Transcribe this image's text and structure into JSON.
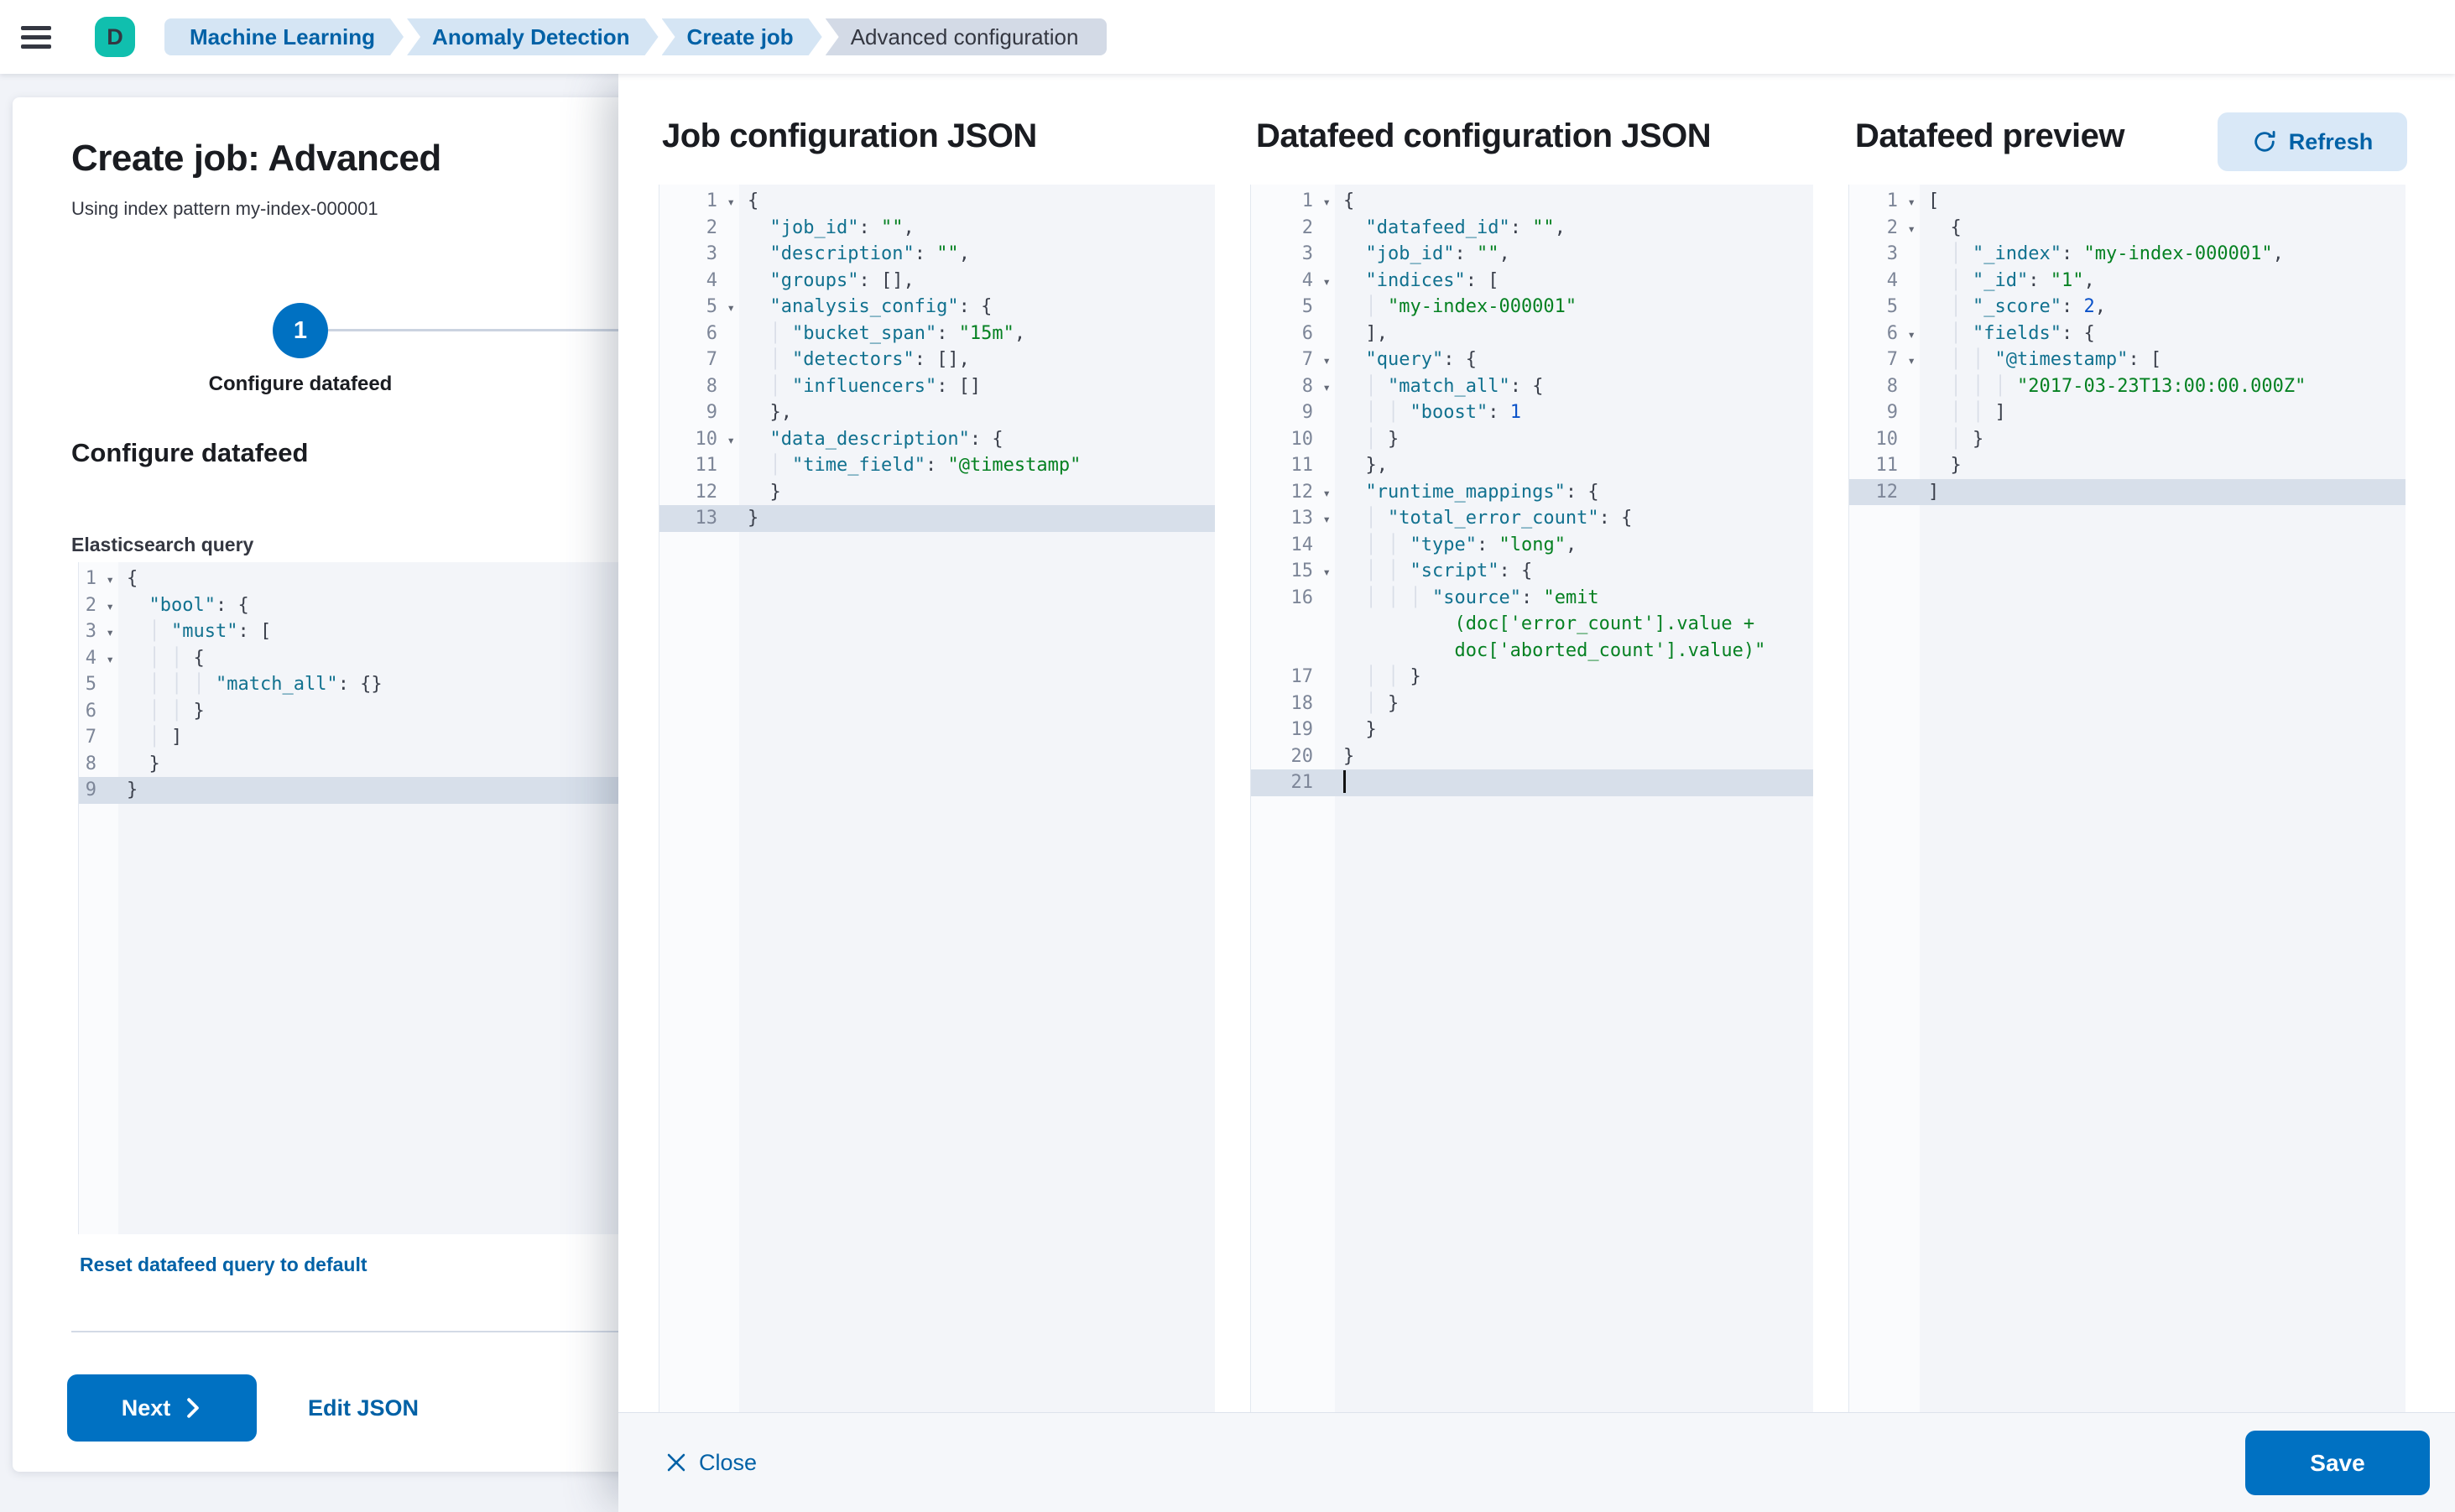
{
  "topbar": {
    "avatar_initial": "D",
    "breadcrumbs": [
      {
        "label": "Machine Learning",
        "type": "link"
      },
      {
        "label": "Anomaly Detection",
        "type": "link"
      },
      {
        "label": "Create job",
        "type": "link"
      },
      {
        "label": "Advanced configuration",
        "type": "current"
      }
    ]
  },
  "wizard": {
    "title": "Create job: Advanced",
    "subtitle": "Using index pattern my-index-000001",
    "step_number": "1",
    "step_label": "Configure datafeed",
    "section_heading": "Configure datafeed",
    "query_label": "Elasticsearch query",
    "reset_link": "Reset datafeed query to default",
    "next_button": "Next",
    "edit_json_link": "Edit JSON"
  },
  "flyout": {
    "panels": [
      {
        "title": "Job configuration JSON"
      },
      {
        "title": "Datafeed configuration JSON"
      },
      {
        "title": "Datafeed preview",
        "refresh_button": "Refresh"
      }
    ],
    "close_button": "Close",
    "save_button": "Save"
  },
  "colors": {
    "primary_button": "#0071C2",
    "link": "#0061A6",
    "avatar_bg": "#10BFAE",
    "breadcrumb_link_bg": "#D5E5F4",
    "breadcrumb_current_bg": "#D3DAE6",
    "code_key": "#11718F",
    "code_string": "#058122",
    "code_number": "#0B52C9",
    "active_line_bg": "#D7DFEA"
  },
  "editors": [
    {
      "id": "esQuery",
      "lines": [
        {
          "n": "1",
          "fold": true,
          "t": [
            [
              "p",
              "{"
            ]
          ]
        },
        {
          "n": "2",
          "fold": true,
          "t": [
            [
              "w",
              "  "
            ],
            [
              "k",
              "\"bool\""
            ],
            [
              "p",
              ": {"
            ]
          ]
        },
        {
          "n": "3",
          "fold": true,
          "t": [
            [
              "w",
              "  "
            ],
            [
              "g",
              "│ "
            ],
            [
              "k",
              "\"must\""
            ],
            [
              "p",
              ": ["
            ]
          ]
        },
        {
          "n": "4",
          "fold": true,
          "t": [
            [
              "w",
              "  "
            ],
            [
              "g",
              "│ │ "
            ],
            [
              "p",
              "{"
            ]
          ]
        },
        {
          "n": "5",
          "t": [
            [
              "w",
              "  "
            ],
            [
              "g",
              "│ │ │ "
            ],
            [
              "k",
              "\"match_all\""
            ],
            [
              "p",
              ": {}"
            ]
          ]
        },
        {
          "n": "6",
          "t": [
            [
              "w",
              "  "
            ],
            [
              "g",
              "│ │ "
            ],
            [
              "p",
              "}"
            ]
          ]
        },
        {
          "n": "7",
          "t": [
            [
              "w",
              "  "
            ],
            [
              "g",
              "│ "
            ],
            [
              "p",
              "]"
            ]
          ]
        },
        {
          "n": "8",
          "t": [
            [
              "w",
              "  "
            ],
            [
              "p",
              "}"
            ]
          ]
        },
        {
          "n": "9",
          "hl": true,
          "t": [
            [
              "p",
              "}"
            ]
          ]
        }
      ]
    },
    {
      "id": "jobJson",
      "lines": [
        {
          "n": "1",
          "fold": true,
          "t": [
            [
              "p",
              "{"
            ]
          ]
        },
        {
          "n": "2",
          "t": [
            [
              "w",
              "  "
            ],
            [
              "k",
              "\"job_id\""
            ],
            [
              "p",
              ": "
            ],
            [
              "s",
              "\"\""
            ],
            [
              "p",
              ","
            ]
          ]
        },
        {
          "n": "3",
          "t": [
            [
              "w",
              "  "
            ],
            [
              "k",
              "\"description\""
            ],
            [
              "p",
              ": "
            ],
            [
              "s",
              "\"\""
            ],
            [
              "p",
              ","
            ]
          ]
        },
        {
          "n": "4",
          "t": [
            [
              "w",
              "  "
            ],
            [
              "k",
              "\"groups\""
            ],
            [
              "p",
              ": [],"
            ]
          ]
        },
        {
          "n": "5",
          "fold": true,
          "t": [
            [
              "w",
              "  "
            ],
            [
              "k",
              "\"analysis_config\""
            ],
            [
              "p",
              ": {"
            ]
          ]
        },
        {
          "n": "6",
          "t": [
            [
              "w",
              "  "
            ],
            [
              "g",
              "│ "
            ],
            [
              "k",
              "\"bucket_span\""
            ],
            [
              "p",
              ": "
            ],
            [
              "s",
              "\"15m\""
            ],
            [
              "p",
              ","
            ]
          ]
        },
        {
          "n": "7",
          "t": [
            [
              "w",
              "  "
            ],
            [
              "g",
              "│ "
            ],
            [
              "k",
              "\"detectors\""
            ],
            [
              "p",
              ": [],"
            ]
          ]
        },
        {
          "n": "8",
          "t": [
            [
              "w",
              "  "
            ],
            [
              "g",
              "│ "
            ],
            [
              "k",
              "\"influencers\""
            ],
            [
              "p",
              ": []"
            ]
          ]
        },
        {
          "n": "9",
          "t": [
            [
              "w",
              "  "
            ],
            [
              "p",
              "},"
            ]
          ]
        },
        {
          "n": "10",
          "fold": true,
          "t": [
            [
              "w",
              "  "
            ],
            [
              "k",
              "\"data_description\""
            ],
            [
              "p",
              ": {"
            ]
          ]
        },
        {
          "n": "11",
          "t": [
            [
              "w",
              "  "
            ],
            [
              "g",
              "│ "
            ],
            [
              "k",
              "\"time_field\""
            ],
            [
              "p",
              ": "
            ],
            [
              "s",
              "\"@timestamp\""
            ]
          ]
        },
        {
          "n": "12",
          "t": [
            [
              "w",
              "  "
            ],
            [
              "p",
              "}"
            ]
          ]
        },
        {
          "n": "13",
          "hl": true,
          "t": [
            [
              "p",
              "}"
            ]
          ]
        }
      ]
    },
    {
      "id": "datafeedJson",
      "lines": [
        {
          "n": "1",
          "fold": true,
          "t": [
            [
              "p",
              "{"
            ]
          ]
        },
        {
          "n": "2",
          "t": [
            [
              "w",
              "  "
            ],
            [
              "k",
              "\"datafeed_id\""
            ],
            [
              "p",
              ": "
            ],
            [
              "s",
              "\"\""
            ],
            [
              "p",
              ","
            ]
          ]
        },
        {
          "n": "3",
          "t": [
            [
              "w",
              "  "
            ],
            [
              "k",
              "\"job_id\""
            ],
            [
              "p",
              ": "
            ],
            [
              "s",
              "\"\""
            ],
            [
              "p",
              ","
            ]
          ]
        },
        {
          "n": "4",
          "fold": true,
          "t": [
            [
              "w",
              "  "
            ],
            [
              "k",
              "\"indices\""
            ],
            [
              "p",
              ": ["
            ]
          ]
        },
        {
          "n": "5",
          "t": [
            [
              "w",
              "  "
            ],
            [
              "g",
              "│ "
            ],
            [
              "s",
              "\"my-index-000001\""
            ]
          ]
        },
        {
          "n": "6",
          "t": [
            [
              "w",
              "  "
            ],
            [
              "p",
              "],"
            ]
          ]
        },
        {
          "n": "7",
          "fold": true,
          "t": [
            [
              "w",
              "  "
            ],
            [
              "k",
              "\"query\""
            ],
            [
              "p",
              ": {"
            ]
          ]
        },
        {
          "n": "8",
          "fold": true,
          "t": [
            [
              "w",
              "  "
            ],
            [
              "g",
              "│ "
            ],
            [
              "k",
              "\"match_all\""
            ],
            [
              "p",
              ": {"
            ]
          ]
        },
        {
          "n": "9",
          "t": [
            [
              "w",
              "  "
            ],
            [
              "g",
              "│ │ "
            ],
            [
              "k",
              "\"boost\""
            ],
            [
              "p",
              ": "
            ],
            [
              "n",
              "1"
            ]
          ]
        },
        {
          "n": "10",
          "t": [
            [
              "w",
              "  "
            ],
            [
              "g",
              "│ "
            ],
            [
              "p",
              "}"
            ]
          ]
        },
        {
          "n": "11",
          "t": [
            [
              "w",
              "  "
            ],
            [
              "p",
              "},"
            ]
          ]
        },
        {
          "n": "12",
          "fold": true,
          "t": [
            [
              "w",
              "  "
            ],
            [
              "k",
              "\"runtime_mappings\""
            ],
            [
              "p",
              ": {"
            ]
          ]
        },
        {
          "n": "13",
          "fold": true,
          "t": [
            [
              "w",
              "  "
            ],
            [
              "g",
              "│ "
            ],
            [
              "k",
              "\"total_error_count\""
            ],
            [
              "p",
              ": {"
            ]
          ]
        },
        {
          "n": "14",
          "t": [
            [
              "w",
              "  "
            ],
            [
              "g",
              "│ │ "
            ],
            [
              "k",
              "\"type\""
            ],
            [
              "p",
              ": "
            ],
            [
              "s",
              "\"long\""
            ],
            [
              "p",
              ","
            ]
          ]
        },
        {
          "n": "15",
          "fold": true,
          "t": [
            [
              "w",
              "  "
            ],
            [
              "g",
              "│ │ "
            ],
            [
              "k",
              "\"script\""
            ],
            [
              "p",
              ": {"
            ]
          ]
        },
        {
          "n": "16",
          "t": [
            [
              "w",
              "  "
            ],
            [
              "g",
              "│ │ │ "
            ],
            [
              "k",
              "\"source\""
            ],
            [
              "p",
              ": "
            ],
            [
              "s",
              "\"emit"
            ]
          ]
        },
        {
          "n": "",
          "t": [
            [
              "w",
              "          "
            ],
            [
              "s",
              "(doc['error_count'].value +"
            ]
          ]
        },
        {
          "n": "",
          "t": [
            [
              "w",
              "          "
            ],
            [
              "s",
              "doc['aborted_count'].value)\""
            ]
          ]
        },
        {
          "n": "17",
          "t": [
            [
              "w",
              "  "
            ],
            [
              "g",
              "│ │ "
            ],
            [
              "p",
              "}"
            ]
          ]
        },
        {
          "n": "18",
          "t": [
            [
              "w",
              "  "
            ],
            [
              "g",
              "│ "
            ],
            [
              "p",
              "}"
            ]
          ]
        },
        {
          "n": "19",
          "t": [
            [
              "w",
              "  "
            ],
            [
              "p",
              "}"
            ]
          ]
        },
        {
          "n": "20",
          "t": [
            [
              "p",
              "}"
            ]
          ]
        },
        {
          "n": "21",
          "hl": true,
          "cursor": true,
          "t": []
        }
      ]
    },
    {
      "id": "previewJson",
      "lines": [
        {
          "n": "1",
          "fold": true,
          "t": [
            [
              "p",
              "["
            ]
          ]
        },
        {
          "n": "2",
          "fold": true,
          "t": [
            [
              "w",
              "  "
            ],
            [
              "p",
              "{"
            ]
          ]
        },
        {
          "n": "3",
          "t": [
            [
              "w",
              "  "
            ],
            [
              "g",
              "│ "
            ],
            [
              "k",
              "\"_index\""
            ],
            [
              "p",
              ": "
            ],
            [
              "s",
              "\"my-index-000001\""
            ],
            [
              "p",
              ","
            ]
          ]
        },
        {
          "n": "4",
          "t": [
            [
              "w",
              "  "
            ],
            [
              "g",
              "│ "
            ],
            [
              "k",
              "\"_id\""
            ],
            [
              "p",
              ": "
            ],
            [
              "s",
              "\"1\""
            ],
            [
              "p",
              ","
            ]
          ]
        },
        {
          "n": "5",
          "t": [
            [
              "w",
              "  "
            ],
            [
              "g",
              "│ "
            ],
            [
              "k",
              "\"_score\""
            ],
            [
              "p",
              ": "
            ],
            [
              "n",
              "2"
            ],
            [
              "p",
              ","
            ]
          ]
        },
        {
          "n": "6",
          "fold": true,
          "t": [
            [
              "w",
              "  "
            ],
            [
              "g",
              "│ "
            ],
            [
              "k",
              "\"fields\""
            ],
            [
              "p",
              ": {"
            ]
          ]
        },
        {
          "n": "7",
          "fold": true,
          "t": [
            [
              "w",
              "  "
            ],
            [
              "g",
              "│ │ "
            ],
            [
              "k",
              "\"@timestamp\""
            ],
            [
              "p",
              ": ["
            ]
          ]
        },
        {
          "n": "8",
          "t": [
            [
              "w",
              "  "
            ],
            [
              "g",
              "│ │ │ "
            ],
            [
              "s",
              "\"2017-03-23T13:00:00.000Z\""
            ]
          ]
        },
        {
          "n": "9",
          "t": [
            [
              "w",
              "  "
            ],
            [
              "g",
              "│ │ "
            ],
            [
              "p",
              "]"
            ]
          ]
        },
        {
          "n": "10",
          "t": [
            [
              "w",
              "  "
            ],
            [
              "g",
              "│ "
            ],
            [
              "p",
              "}"
            ]
          ]
        },
        {
          "n": "11",
          "t": [
            [
              "w",
              "  "
            ],
            [
              "p",
              "}"
            ]
          ]
        },
        {
          "n": "12",
          "hl": true,
          "t": [
            [
              "p",
              "]"
            ]
          ]
        }
      ]
    }
  ]
}
